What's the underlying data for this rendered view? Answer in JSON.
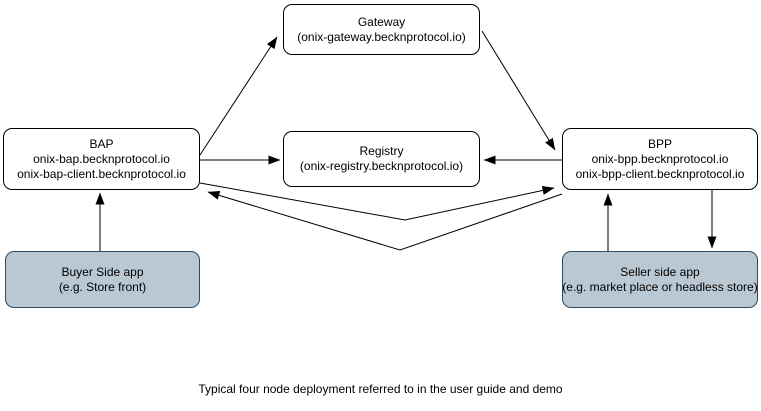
{
  "diagram": {
    "nodes": {
      "gateway": {
        "lines": [
          "Gateway",
          "(onix-gateway.becknprotocol.io)"
        ]
      },
      "bap": {
        "lines": [
          "BAP",
          "onix-bap.becknprotocol.io",
          "onix-bap-client.becknprotocol.io"
        ]
      },
      "registry": {
        "lines": [
          "Registry",
          "(onix-registry.becknprotocol.io)"
        ]
      },
      "bpp": {
        "lines": [
          "BPP",
          "onix-bpp.becknprotocol.io",
          "onix-bpp-client.becknprotocol.io"
        ]
      },
      "buyer_app": {
        "lines": [
          "Buyer Side app",
          "(e.g. Store front)"
        ]
      },
      "seller_app": {
        "lines": [
          "Seller side app",
          "(e.g. market place or headless store)"
        ]
      }
    },
    "edges": [
      {
        "from": "bap",
        "to": "gateway",
        "arrowhead_at": "gateway"
      },
      {
        "from": "gateway",
        "to": "bpp",
        "arrowhead_at": "bpp"
      },
      {
        "from": "bap",
        "to": "registry",
        "arrowhead_at": "registry"
      },
      {
        "from": "bpp",
        "to": "registry",
        "arrowhead_at": "registry"
      },
      {
        "from": "bap",
        "to": "bpp",
        "arrowhead_at": "bpp",
        "shape": "v-polyline"
      },
      {
        "from": "bpp",
        "to": "bap",
        "arrowhead_at": "bap",
        "shape": "v-polyline"
      },
      {
        "from": "buyer_app",
        "to": "bap",
        "arrowhead_at": "bap"
      },
      {
        "from": "seller_app",
        "to": "bpp",
        "arrowhead_at": "bpp"
      },
      {
        "from": "bpp",
        "to": "seller_app",
        "arrowhead_at": "seller_app"
      }
    ],
    "caption": "Typical four node deployment referred to in the user guide and demo",
    "colors": {
      "node_fill": "#ffffff",
      "node_stroke": "#000000",
      "app_node_fill": "#bac8d3",
      "app_node_stroke": "#2f4b5e",
      "arrow": "#000000"
    }
  }
}
